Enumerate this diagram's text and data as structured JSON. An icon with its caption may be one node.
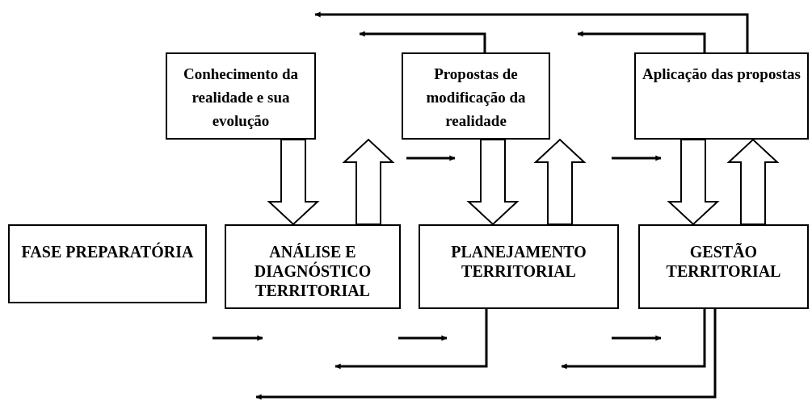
{
  "diagram": {
    "nodes": [
      {
        "text": [
          "Conhecimento da realidade e sua evolução"
        ]
      },
      {
        "text": [
          "Propostas de modificação da realidade"
        ]
      },
      {
        "text": [
          "Aplicação das propostas"
        ]
      },
      {
        "text": [
          "FASE PREPARATÓRIA"
        ]
      },
      {
        "text": [
          "ANÁLISE E DIAGNÓSTICO TERRITORIAL"
        ]
      },
      {
        "text": [
          "PLANEJAMENTO TERRITORIAL"
        ]
      },
      {
        "text": [
          "GESTÃO TERRITORIAL"
        ]
      }
    ],
    "edges": [
      {
        "from": 0,
        "to": 4,
        "arrow": "to",
        "style": "thick"
      },
      {
        "from": 4,
        "to": 0,
        "arrow": "to",
        "style": "thick"
      },
      {
        "from": 1,
        "to": 5,
        "arrow": "to",
        "style": "thick"
      },
      {
        "from": 5,
        "to": 1,
        "arrow": "to",
        "style": "thick"
      },
      {
        "from": 2,
        "to": 6,
        "arrow": "to",
        "style": "thick"
      },
      {
        "from": 6,
        "to": 2,
        "arrow": "to",
        "style": "thick"
      },
      {
        "from": 1,
        "to": 0,
        "arrow": "to"
      },
      {
        "from": 2,
        "to": 1,
        "arrow": "to"
      },
      {
        "from": 2,
        "to": 0,
        "arrow": "to"
      },
      {
        "from": 5,
        "to": 4,
        "arrow": "to"
      },
      {
        "from": 6,
        "to": 5,
        "arrow": "to"
      },
      {
        "from": 6,
        "to": null,
        "arrow": "to"
      }
    ]
  }
}
